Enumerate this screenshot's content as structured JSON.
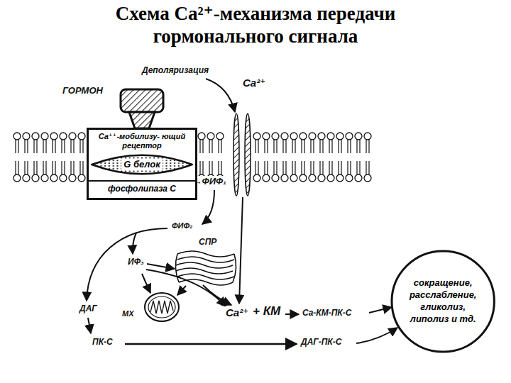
{
  "diagram": {
    "title": "Схема Ca²⁺-механизма передачи гормонального сигнала",
    "nodes": [
      {
        "text": [
          "Ca⁺⁺-мобилизу- ющий рецептор",
          "фосфолипаза С"
        ]
      },
      {
        "text": [
          "G белок"
        ],
        "in": 0
      },
      {
        "text": [
          "сокращение, расслабление, гликолиз, липолиз и тд."
        ]
      }
    ],
    "labels": [
      "ГОРМОН",
      "Деполяризация",
      "Ca²⁺",
      "ФИ→ФИФ₁",
      "ФИФ₂",
      "СПР",
      "ИФ₃",
      "ДАГ",
      "МХ",
      "Ca²⁺",
      "+ КМ",
      "Ca-КМ-ПК-С",
      "ПК-С",
      "ДАГ-ПК-С"
    ]
  }
}
